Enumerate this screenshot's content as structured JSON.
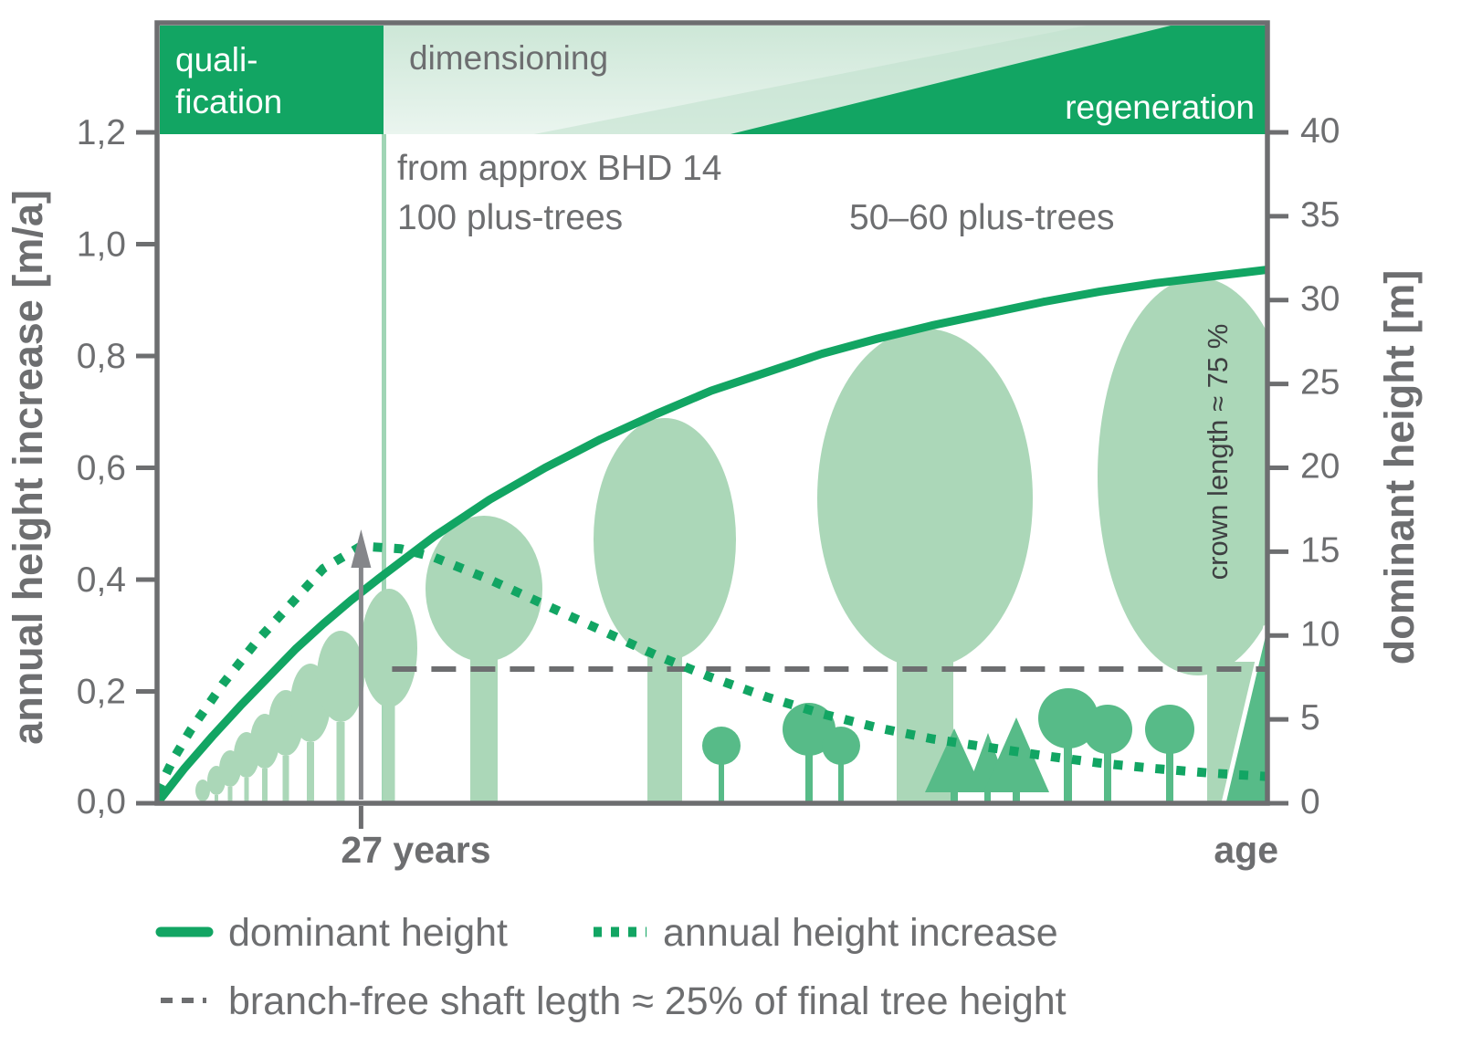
{
  "phase_band": {
    "qualification_line1": "quali-",
    "qualification_line2": "fication",
    "dimensioning": "dimensioning",
    "regeneration": "regeneration"
  },
  "annotations": {
    "bhd_line1": "from approx BHD 14",
    "bhd_line2": "100 plus-trees",
    "plus_trees_right": "50–60 plus-trees",
    "crown_length": "crown length ≈ 75 %"
  },
  "axes": {
    "left": {
      "title": "annual height increase [m/a]",
      "ticks": [
        "0,0",
        "0,2",
        "0,4",
        "0,6",
        "0,8",
        "1,0",
        "1,2"
      ]
    },
    "right": {
      "title": "dominant height [m]",
      "ticks": [
        "0",
        "5",
        "10",
        "15",
        "20",
        "25",
        "30",
        "35",
        "40"
      ]
    },
    "x": {
      "marker_label": "27 years",
      "end_label": "age"
    }
  },
  "legend": {
    "dominant_height": "dominant height",
    "annual_height_increase": "annual height increase",
    "branch_free": "branch-free shaft legth ≈ 25% of final tree height"
  },
  "colors": {
    "brand_green": "#12a563",
    "light_crown_green": "#abd7b8",
    "medium_tree_green": "#57bb88",
    "band_light_top": "#cde7d7",
    "band_light_bottom": "#eaf5ef",
    "axis_gray": "#6d6e70",
    "arrow_gray": "#85868a",
    "crown_text_gray": "#3e4042"
  },
  "chart_data": {
    "type": "line",
    "title": "",
    "xlabel": "age",
    "x_units": "fraction of x-axis (schematic age, marker at 27 years)",
    "ylabel_left": "annual height increase [m/a]",
    "ylabel_right": "dominant height [m]",
    "axis_max": {
      "left": 1.2,
      "right": 40
    },
    "grid": false,
    "legend_position": "bottom",
    "x_marker": {
      "label": "27 years",
      "f": 0.184
    },
    "series": [
      {
        "name": "dominant height",
        "axis": "right",
        "style": "solid green",
        "points": [
          [
            0,
            0
          ],
          [
            0.025,
            2.1
          ],
          [
            0.05,
            4.0
          ],
          [
            0.075,
            5.8
          ],
          [
            0.1,
            7.5
          ],
          [
            0.125,
            9.2
          ],
          [
            0.15,
            10.7
          ],
          [
            0.175,
            12.1
          ],
          [
            0.2,
            13.4
          ],
          [
            0.25,
            15.9
          ],
          [
            0.3,
            18.1
          ],
          [
            0.35,
            20.0
          ],
          [
            0.4,
            21.7
          ],
          [
            0.45,
            23.2
          ],
          [
            0.5,
            24.6
          ],
          [
            0.55,
            25.7
          ],
          [
            0.6,
            26.8
          ],
          [
            0.65,
            27.7
          ],
          [
            0.7,
            28.5
          ],
          [
            0.75,
            29.2
          ],
          [
            0.8,
            29.9
          ],
          [
            0.85,
            30.5
          ],
          [
            0.9,
            31.0
          ],
          [
            0.95,
            31.4
          ],
          [
            1,
            31.8
          ]
        ]
      },
      {
        "name": "annual height increase",
        "axis": "left",
        "style": "dotted green",
        "points": [
          [
            0,
            0.02
          ],
          [
            0.015,
            0.08
          ],
          [
            0.03,
            0.13
          ],
          [
            0.06,
            0.215
          ],
          [
            0.09,
            0.29
          ],
          [
            0.12,
            0.355
          ],
          [
            0.15,
            0.42
          ],
          [
            0.184,
            0.46
          ],
          [
            0.22,
            0.455
          ],
          [
            0.25,
            0.44
          ],
          [
            0.3,
            0.4
          ],
          [
            0.35,
            0.355
          ],
          [
            0.4,
            0.31
          ],
          [
            0.45,
            0.265
          ],
          [
            0.5,
            0.225
          ],
          [
            0.55,
            0.19
          ],
          [
            0.6,
            0.16
          ],
          [
            0.65,
            0.135
          ],
          [
            0.7,
            0.115
          ],
          [
            0.75,
            0.1
          ],
          [
            0.8,
            0.085
          ],
          [
            0.85,
            0.072
          ],
          [
            0.9,
            0.062
          ],
          [
            0.95,
            0.054
          ],
          [
            1,
            0.048
          ]
        ]
      },
      {
        "name": "branch-free shaft length ≈ 25% of final tree height (≈ 8 m)",
        "axis": "right",
        "style": "dashed gray",
        "points": [
          [
            0.212,
            8
          ],
          [
            1,
            8
          ]
        ]
      }
    ]
  }
}
